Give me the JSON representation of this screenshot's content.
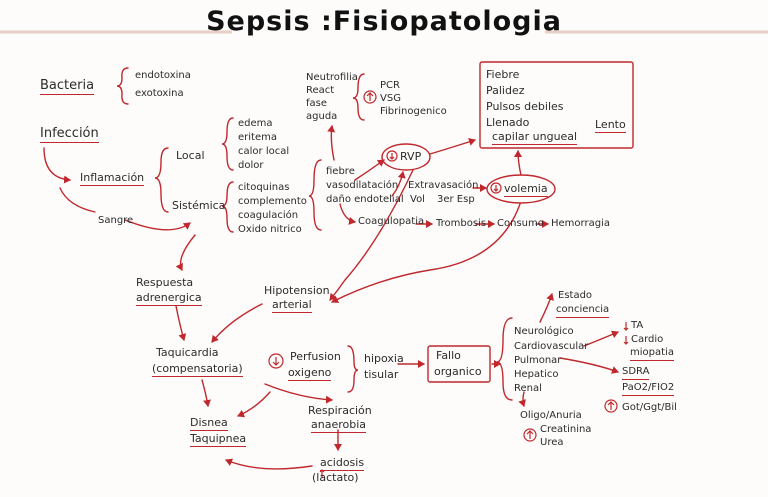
{
  "title": "Sepsis :Fisiopatologia",
  "colors": {
    "accent": "#c0282d",
    "text": "#2b2b2b",
    "rule": "#e8cfc7"
  },
  "bacteria": {
    "label": "Bacteria",
    "items": [
      "endotoxina",
      "exotoxina"
    ]
  },
  "infeccion": "Infección",
  "inflamacion": "Inflamación",
  "sangre": "Sangre",
  "local": {
    "label": "Local",
    "items": [
      "edema",
      "eritema",
      "calor local",
      "dolor"
    ]
  },
  "sistemica": {
    "label": "Sistémica",
    "items": [
      "citoquinas",
      "complemento",
      "coagulación",
      "Oxido nitrico"
    ]
  },
  "reactantes": {
    "items": [
      "Neutrofilia",
      "React",
      "fase",
      "aguda"
    ]
  },
  "pcr_group": {
    "items": [
      "PCR",
      "VSG",
      "Fibrinogenico"
    ]
  },
  "fiebre_group": {
    "items": [
      "fiebre",
      "vasodilatación",
      "daño endotelial"
    ]
  },
  "rvp": "RVP",
  "extravasacion": {
    "line1": "Extravasación",
    "line2_a": "Vol",
    "line2_b": "3er Esp"
  },
  "volemia": "volemia",
  "signos": {
    "items": [
      "Fiebre",
      "Palidez",
      "Pulsos debiles",
      "Llenado",
      "capilar ungueal"
    ],
    "label": "Lento"
  },
  "cascada": {
    "coagulopatia": "Coagulopatia",
    "trombosis": "Trombosis",
    "consumo": "Consumo",
    "hemorragia": "Hemorragia"
  },
  "respuesta": {
    "line1": "Respuesta",
    "line2": "adrenergica"
  },
  "hipotension": {
    "line1": "Hipotension",
    "line2": "arterial"
  },
  "taquicardia": {
    "line1": "Taquicardia",
    "line2": "(compensatoria)"
  },
  "perfusion": {
    "line1": "Perfusion",
    "line2": "oxigeno"
  },
  "hipoxia": {
    "line1": "hipoxia",
    "line2": "tisular"
  },
  "fallo": {
    "line1": "Fallo",
    "line2": "organico"
  },
  "respiracion": {
    "line1": "Respiración",
    "line2": "anaerobia"
  },
  "acidosis": {
    "line1": "acidosis",
    "line2": "lactato"
  },
  "disnea": {
    "line1": "Disnea",
    "line2": "Taquipnea"
  },
  "organos": {
    "items": [
      "Neurológico",
      "Cardiovascular",
      "Pulmonar",
      "Hepatico",
      "Renal"
    ]
  },
  "estado": {
    "line1": "Estado",
    "line2": "conciencia"
  },
  "ta": "TA",
  "cardio": {
    "line1": "Cardio",
    "line2": "miopatia"
  },
  "sdra": "SDRA",
  "pao2": "PaO2/FIO2",
  "got": "Got/Ggt/Bil",
  "oligo": "Oligo/Anuria",
  "creatinina": {
    "line1": "Creatinina",
    "line2": "Urea"
  }
}
